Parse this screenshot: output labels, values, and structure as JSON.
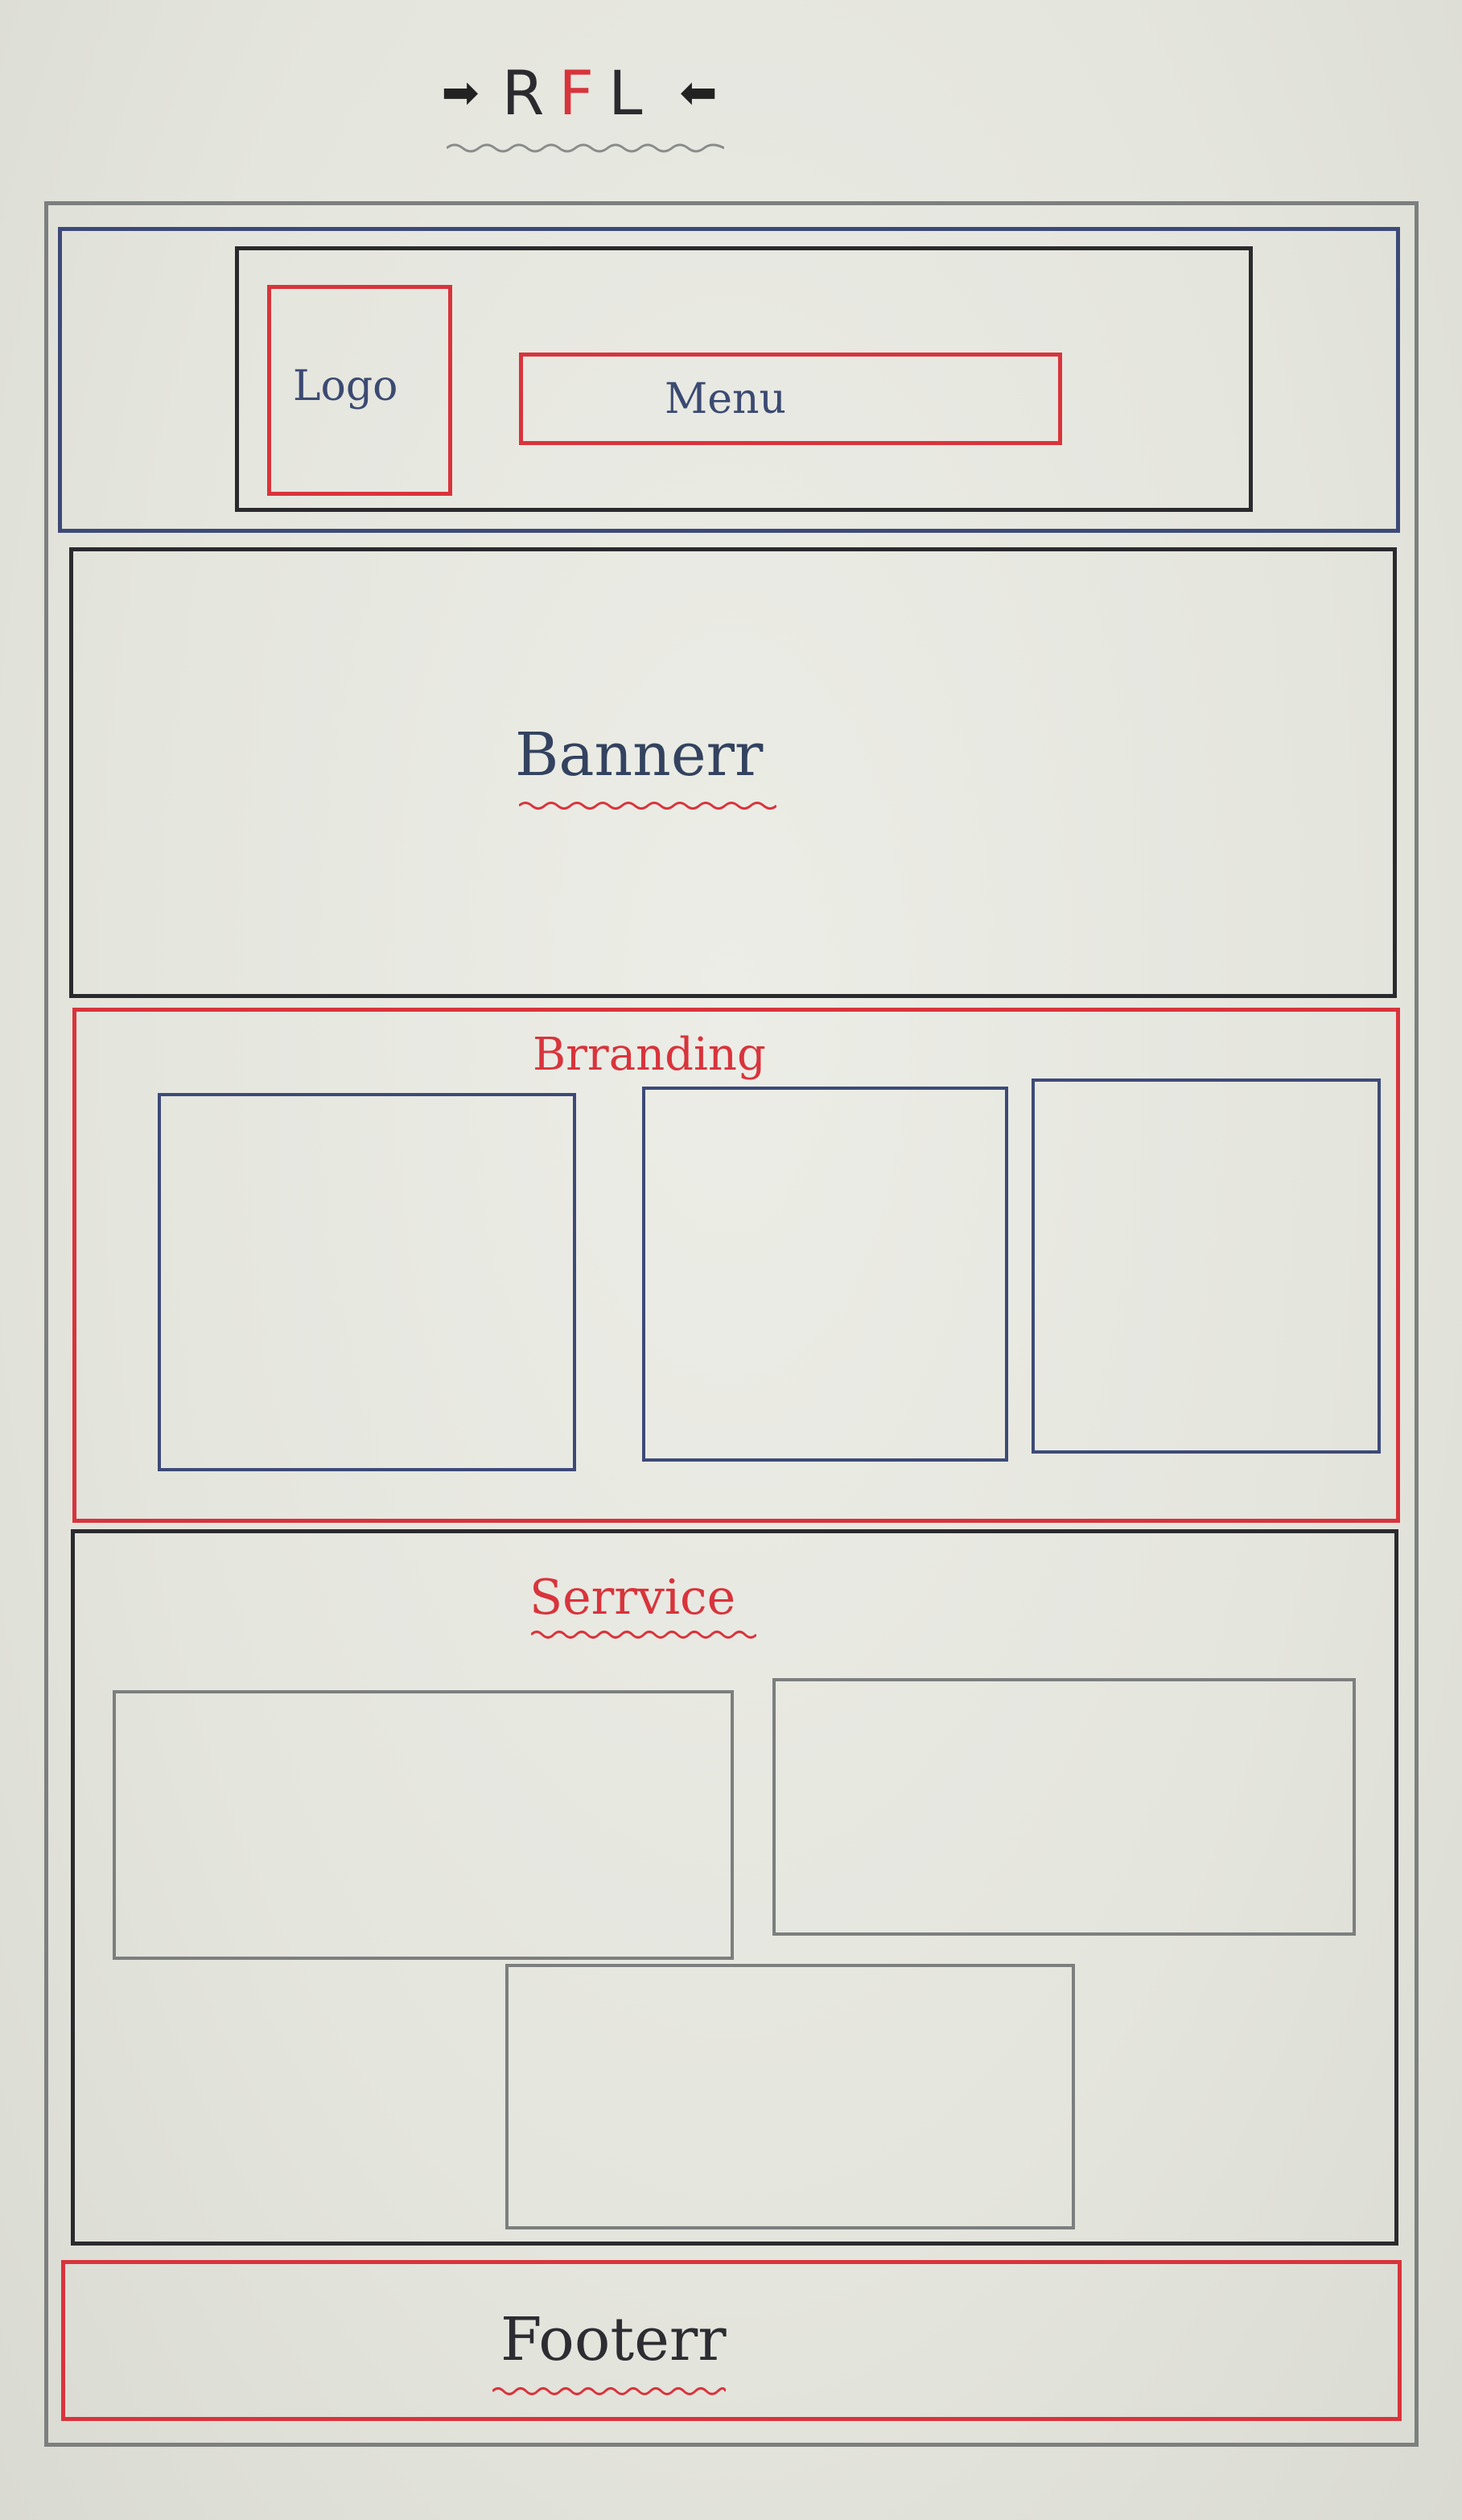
{
  "title": {
    "left_arrow": "➡",
    "letters": [
      "R",
      "F",
      "L"
    ],
    "right_arrow": "⬅"
  },
  "header": {
    "logo_label": "Logo",
    "menu_label": "Menu"
  },
  "banner": {
    "label": "Bannerr"
  },
  "branding": {
    "label": "Brranding",
    "boxes": 3
  },
  "service": {
    "label": "Serrvice",
    "boxes": 3
  },
  "footer": {
    "label": "Footerr"
  },
  "colors": {
    "black_ink": "#2a2a2e",
    "red_ink": "#d8343c",
    "blue_ink": "#3d4a78",
    "pencil": "#7c7f7e",
    "paper": "#e6e7df"
  }
}
